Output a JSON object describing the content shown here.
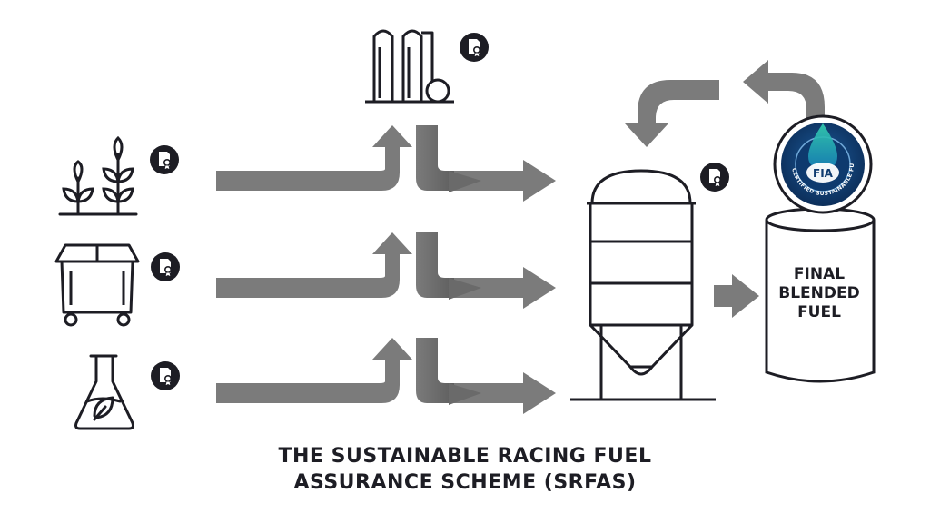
{
  "title": {
    "line1": "THE SUSTAINABLE RACING FUEL",
    "line2": "ASSURANCE SCHEME (SRFAS)"
  },
  "final_fuel": {
    "line1": "FINAL",
    "line2": "BLENDED",
    "line3": "FUEL"
  },
  "seal": {
    "logo_text": "FIA",
    "ring_text": "FIA CERTIFIED SUSTAINABLE FUEL"
  },
  "sources": [
    {
      "icon": "plants-icon"
    },
    {
      "icon": "waste-bin-icon"
    },
    {
      "icon": "flask-icon"
    }
  ],
  "colors": {
    "ink": "#1d1d24",
    "arrow": "#7b7b7b",
    "arrow_shade": "#5c5c5c",
    "badge": "#1d1d24",
    "seal_blue": "#0e3a6e",
    "seal_teal": "#1fa7c9"
  }
}
